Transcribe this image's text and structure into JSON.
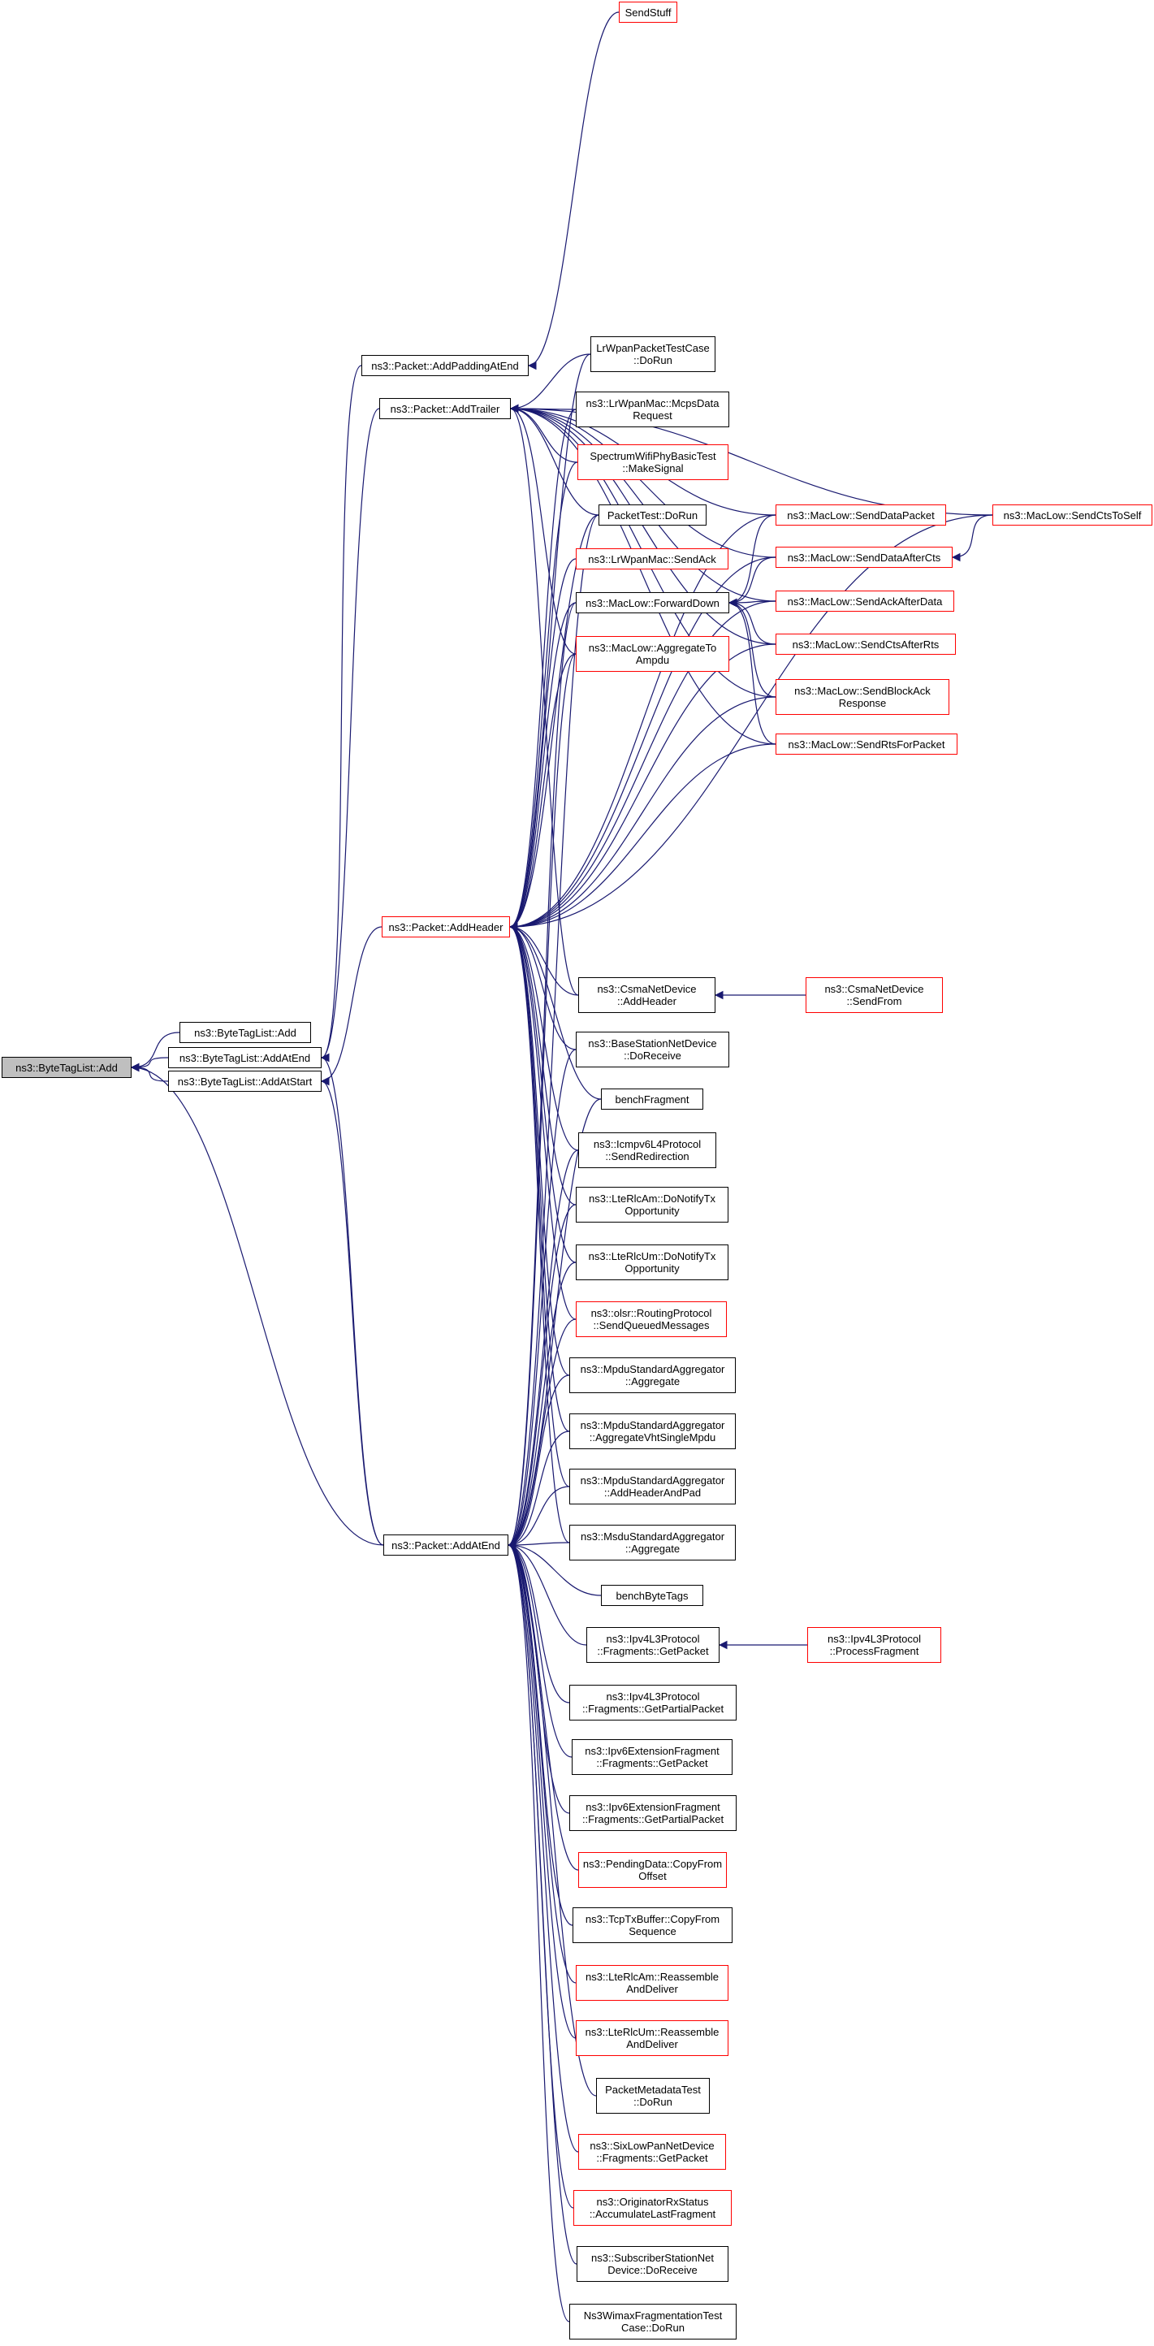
{
  "diagram": {
    "type": "call-graph",
    "edge_color": "#191970",
    "node_border_color": "#000000",
    "truncated_border_color": "#ff0000",
    "root_fill": "#bfbfbf",
    "nodes": [
      {
        "id": "root",
        "label": "ns3::ByteTagList::Add",
        "style": "root"
      },
      {
        "id": "btl_add",
        "label": "ns3::ByteTagList::Add",
        "style": "normal"
      },
      {
        "id": "btl_addatend",
        "label": "ns3::ByteTagList::AddAtEnd",
        "style": "normal"
      },
      {
        "id": "btl_addatstart",
        "label": "ns3::ByteTagList::AddAtStart",
        "style": "normal"
      },
      {
        "id": "pkt_addpadding",
        "label": "ns3::Packet::AddPaddingAtEnd",
        "style": "normal"
      },
      {
        "id": "pkt_addtrailer",
        "label": "ns3::Packet::AddTrailer",
        "style": "normal"
      },
      {
        "id": "pkt_addheader",
        "label": "ns3::Packet::AddHeader",
        "style": "red"
      },
      {
        "id": "pkt_addatend",
        "label": "ns3::Packet::AddAtEnd",
        "style": "normal"
      },
      {
        "id": "sendstuff",
        "label": "SendStuff",
        "style": "red"
      },
      {
        "id": "lrwpan_test",
        "label": "LrWpanPacketTestCase\n::DoRun",
        "style": "normal"
      },
      {
        "id": "lrwpan_mcps",
        "label": "ns3::LrWpanMac::McpsData\nRequest",
        "style": "normal"
      },
      {
        "id": "spectrum",
        "label": "SpectrumWifiPhyBasicTest\n::MakeSignal",
        "style": "red"
      },
      {
        "id": "packettest",
        "label": "PacketTest::DoRun",
        "style": "normal"
      },
      {
        "id": "lrwpan_ack",
        "label": "ns3::LrWpanMac::SendAck",
        "style": "red"
      },
      {
        "id": "maclow_fwd",
        "label": "ns3::MacLow::ForwardDown",
        "style": "normal"
      },
      {
        "id": "maclow_aggr",
        "label": "ns3::MacLow::AggregateTo\nAmpdu",
        "style": "red"
      },
      {
        "id": "maclow_senddata",
        "label": "ns3::MacLow::SendDataPacket",
        "style": "red"
      },
      {
        "id": "maclow_datacts",
        "label": "ns3::MacLow::SendDataAfterCts",
        "style": "red"
      },
      {
        "id": "maclow_ackdata",
        "label": "ns3::MacLow::SendAckAfterData",
        "style": "red"
      },
      {
        "id": "maclow_ctsrts",
        "label": "ns3::MacLow::SendCtsAfterRts",
        "style": "red"
      },
      {
        "id": "maclow_blockack",
        "label": "ns3::MacLow::SendBlockAck\nResponse",
        "style": "red"
      },
      {
        "id": "maclow_rts",
        "label": "ns3::MacLow::SendRtsForPacket",
        "style": "red"
      },
      {
        "id": "maclow_ctsself",
        "label": "ns3::MacLow::SendCtsToSelf",
        "style": "red"
      },
      {
        "id": "csma_addheader",
        "label": "ns3::CsmaNetDevice\n::AddHeader",
        "style": "normal"
      },
      {
        "id": "csma_sendfrom",
        "label": "ns3::CsmaNetDevice\n::SendFrom",
        "style": "red"
      },
      {
        "id": "bs_receive",
        "label": "ns3::BaseStationNetDevice\n::DoReceive",
        "style": "normal"
      },
      {
        "id": "benchfrag",
        "label": "benchFragment",
        "style": "normal"
      },
      {
        "id": "icmpv6",
        "label": "ns3::Icmpv6L4Protocol\n::SendRedirection",
        "style": "normal"
      },
      {
        "id": "rlcam_tx",
        "label": "ns3::LteRlcAm::DoNotifyTx\nOpportunity",
        "style": "normal"
      },
      {
        "id": "rlcum_tx",
        "label": "ns3::LteRlcUm::DoNotifyTx\nOpportunity",
        "style": "normal"
      },
      {
        "id": "olsr",
        "label": "ns3::olsr::RoutingProtocol\n::SendQueuedMessages",
        "style": "red"
      },
      {
        "id": "mpdu_aggr",
        "label": "ns3::MpduStandardAggregator\n::Aggregate",
        "style": "normal"
      },
      {
        "id": "mpdu_vht",
        "label": "ns3::MpduStandardAggregator\n::AggregateVhtSingleMpdu",
        "style": "normal"
      },
      {
        "id": "mpdu_pad",
        "label": "ns3::MpduStandardAggregator\n::AddHeaderAndPad",
        "style": "normal"
      },
      {
        "id": "msdu_aggr",
        "label": "ns3::MsduStandardAggregator\n::Aggregate",
        "style": "normal"
      },
      {
        "id": "benchbyte",
        "label": "benchByteTags",
        "style": "normal"
      },
      {
        "id": "ipv4_getpkt",
        "label": "ns3::Ipv4L3Protocol\n::Fragments::GetPacket",
        "style": "normal"
      },
      {
        "id": "ipv4_process",
        "label": "ns3::Ipv4L3Protocol\n::ProcessFragment",
        "style": "red"
      },
      {
        "id": "ipv4_partial",
        "label": "ns3::Ipv4L3Protocol\n::Fragments::GetPartialPacket",
        "style": "normal"
      },
      {
        "id": "ipv6_getpkt",
        "label": "ns3::Ipv6ExtensionFragment\n::Fragments::GetPacket",
        "style": "normal"
      },
      {
        "id": "ipv6_partial",
        "label": "ns3::Ipv6ExtensionFragment\n::Fragments::GetPartialPacket",
        "style": "normal"
      },
      {
        "id": "pending",
        "label": "ns3::PendingData::CopyFrom\nOffset",
        "style": "red"
      },
      {
        "id": "tcptx",
        "label": "ns3::TcpTxBuffer::CopyFrom\nSequence",
        "style": "normal"
      },
      {
        "id": "rlcam_reasm",
        "label": "ns3::LteRlcAm::Reassemble\nAndDeliver",
        "style": "red"
      },
      {
        "id": "rlcum_reasm",
        "label": "ns3::LteRlcUm::Reassemble\nAndDeliver",
        "style": "red"
      },
      {
        "id": "pktmeta",
        "label": "PacketMetadataTest\n::DoRun",
        "style": "normal"
      },
      {
        "id": "sixlow",
        "label": "ns3::SixLowPanNetDevice\n::Fragments::GetPacket",
        "style": "red"
      },
      {
        "id": "originator",
        "label": "ns3::OriginatorRxStatus\n::AccumulateLastFragment",
        "style": "red"
      },
      {
        "id": "ss_receive",
        "label": "ns3::SubscriberStationNet\nDevice::DoReceive",
        "style": "normal"
      },
      {
        "id": "wimax",
        "label": "Ns3WimaxFragmentationTest\nCase::DoRun",
        "style": "normal"
      }
    ],
    "edges": [
      [
        "btl_add",
        "root"
      ],
      [
        "btl_addatend",
        "root"
      ],
      [
        "btl_addatstart",
        "root"
      ],
      [
        "pkt_addatend",
        "root"
      ],
      [
        "pkt_addpadding",
        "btl_addatend"
      ],
      [
        "pkt_addtrailer",
        "btl_addatend"
      ],
      [
        "pkt_addatend",
        "btl_addatend"
      ],
      [
        "pkt_addheader",
        "btl_addatstart"
      ],
      [
        "pkt_addatend",
        "btl_addatstart"
      ],
      [
        "sendstuff",
        "pkt_addpadding"
      ],
      [
        "lrwpan_test",
        "pkt_addtrailer"
      ],
      [
        "lrwpan_mcps",
        "pkt_addtrailer"
      ],
      [
        "spectrum",
        "pkt_addtrailer"
      ],
      [
        "packettest",
        "pkt_addtrailer"
      ],
      [
        "maclow_aggr",
        "pkt_addtrailer"
      ],
      [
        "maclow_senddata",
        "pkt_addtrailer"
      ],
      [
        "maclow_datacts",
        "pkt_addtrailer"
      ],
      [
        "maclow_ackdata",
        "pkt_addtrailer"
      ],
      [
        "maclow_ctsrts",
        "pkt_addtrailer"
      ],
      [
        "maclow_blockack",
        "pkt_addtrailer"
      ],
      [
        "maclow_rts",
        "pkt_addtrailer"
      ],
      [
        "maclow_ctsself",
        "pkt_addtrailer"
      ],
      [
        "csma_addheader",
        "pkt_addtrailer"
      ],
      [
        "maclow_senddata",
        "maclow_fwd"
      ],
      [
        "maclow_datacts",
        "maclow_fwd"
      ],
      [
        "maclow_ackdata",
        "maclow_fwd"
      ],
      [
        "maclow_ctsrts",
        "maclow_fwd"
      ],
      [
        "maclow_blockack",
        "maclow_fwd"
      ],
      [
        "maclow_rts",
        "maclow_fwd"
      ],
      [
        "maclow_ctsself",
        "maclow_datacts"
      ],
      [
        "csma_sendfrom",
        "csma_addheader"
      ],
      [
        "ipv4_process",
        "ipv4_getpkt"
      ],
      [
        "lrwpan_test",
        "pkt_addheader"
      ],
      [
        "lrwpan_mcps",
        "pkt_addheader"
      ],
      [
        "spectrum",
        "pkt_addheader"
      ],
      [
        "packettest",
        "pkt_addheader"
      ],
      [
        "lrwpan_ack",
        "pkt_addheader"
      ],
      [
        "maclow_fwd",
        "pkt_addheader"
      ],
      [
        "maclow_aggr",
        "pkt_addheader"
      ],
      [
        "maclow_senddata",
        "pkt_addheader"
      ],
      [
        "maclow_datacts",
        "pkt_addheader"
      ],
      [
        "maclow_ackdata",
        "pkt_addheader"
      ],
      [
        "maclow_ctsrts",
        "pkt_addheader"
      ],
      [
        "maclow_blockack",
        "pkt_addheader"
      ],
      [
        "maclow_rts",
        "pkt_addheader"
      ],
      [
        "maclow_ctsself",
        "pkt_addheader"
      ],
      [
        "csma_addheader",
        "pkt_addheader"
      ],
      [
        "bs_receive",
        "pkt_addheader"
      ],
      [
        "benchfrag",
        "pkt_addheader"
      ],
      [
        "icmpv6",
        "pkt_addheader"
      ],
      [
        "rlcam_tx",
        "pkt_addheader"
      ],
      [
        "rlcum_tx",
        "pkt_addheader"
      ],
      [
        "olsr",
        "pkt_addheader"
      ],
      [
        "mpdu_aggr",
        "pkt_addheader"
      ],
      [
        "mpdu_vht",
        "pkt_addheader"
      ],
      [
        "mpdu_pad",
        "pkt_addheader"
      ],
      [
        "msdu_aggr",
        "pkt_addheader"
      ],
      [
        "packettest",
        "pkt_addatend"
      ],
      [
        "maclow_aggr",
        "pkt_addatend"
      ],
      [
        "maclow_fwd",
        "pkt_addatend"
      ],
      [
        "bs_receive",
        "pkt_addatend"
      ],
      [
        "benchfrag",
        "pkt_addatend"
      ],
      [
        "icmpv6",
        "pkt_addatend"
      ],
      [
        "rlcam_tx",
        "pkt_addatend"
      ],
      [
        "rlcum_tx",
        "pkt_addatend"
      ],
      [
        "olsr",
        "pkt_addatend"
      ],
      [
        "mpdu_aggr",
        "pkt_addatend"
      ],
      [
        "mpdu_vht",
        "pkt_addatend"
      ],
      [
        "mpdu_pad",
        "pkt_addatend"
      ],
      [
        "msdu_aggr",
        "pkt_addatend"
      ],
      [
        "benchbyte",
        "pkt_addatend"
      ],
      [
        "ipv4_getpkt",
        "pkt_addatend"
      ],
      [
        "ipv4_partial",
        "pkt_addatend"
      ],
      [
        "ipv6_getpkt",
        "pkt_addatend"
      ],
      [
        "ipv6_partial",
        "pkt_addatend"
      ],
      [
        "pending",
        "pkt_addatend"
      ],
      [
        "tcptx",
        "pkt_addatend"
      ],
      [
        "rlcam_reasm",
        "pkt_addatend"
      ],
      [
        "rlcum_reasm",
        "pkt_addatend"
      ],
      [
        "pktmeta",
        "pkt_addatend"
      ],
      [
        "sixlow",
        "pkt_addatend"
      ],
      [
        "originator",
        "pkt_addatend"
      ],
      [
        "ss_receive",
        "pkt_addatend"
      ],
      [
        "wimax",
        "pkt_addatend"
      ]
    ]
  }
}
